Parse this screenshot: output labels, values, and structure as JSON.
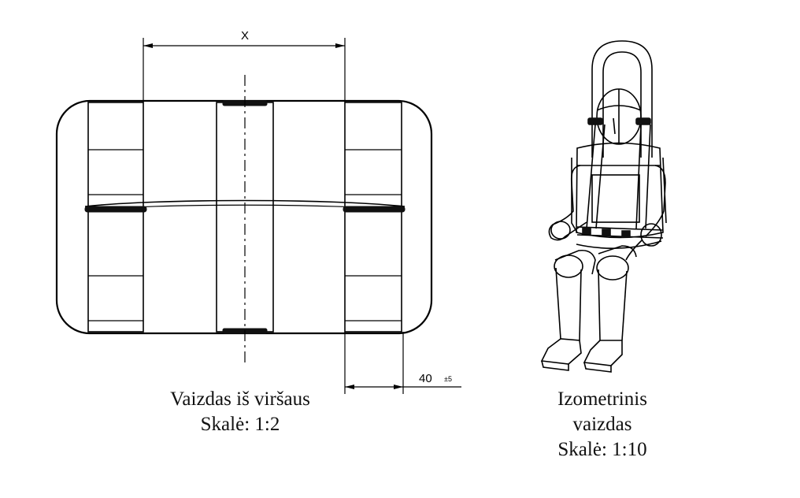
{
  "top_view": {
    "dimension_label": "X",
    "offset_value": "40",
    "offset_tolerance": "±5",
    "caption_line1": "Vaizdas iš viršaus",
    "caption_line2": "Skalė: 1:2"
  },
  "iso_view": {
    "caption_line1": "Izometrinis",
    "caption_line2": "vaizdas",
    "caption_line3": "Skalė: 1:10"
  }
}
